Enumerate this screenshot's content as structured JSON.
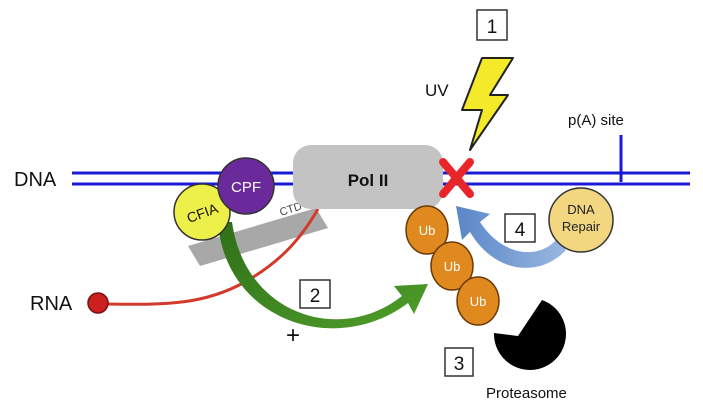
{
  "labels": {
    "dna": "DNA",
    "rna": "RNA",
    "pol2": "Pol II",
    "cpf": "CPF",
    "cfia": "CFIA",
    "ctd": "CTD",
    "uv": "UV",
    "polya_site": "p(A) site",
    "ub": "Ub",
    "proteasome": "Proteasome",
    "dna_repair_line1": "DNA",
    "dna_repair_line2": "Repair",
    "plus": "+"
  },
  "steps": {
    "s1": "1",
    "s2": "2",
    "s3": "3",
    "s4": "4"
  },
  "colors": {
    "dna": "#1a1ad6",
    "rna": "#d23a2a",
    "rna_end": "#cc1f1f",
    "pol2": "#c3c3c3",
    "ctd": "#a8a8a8",
    "cpf": "#6b2a9c",
    "cfia": "#eef04a",
    "damage_x": "#e8262a",
    "ub": "#e0891e",
    "proteasome": "#000000",
    "dna_repair": "#f3d680",
    "green_arrow": "#3d8a22",
    "blue_arrow": "#6f98cf",
    "lightning": "#f4ea2a"
  },
  "icons": {
    "lightning": "lightning-bolt-icon",
    "damage": "x-mark-icon",
    "proteasome": "pacman-icon"
  }
}
